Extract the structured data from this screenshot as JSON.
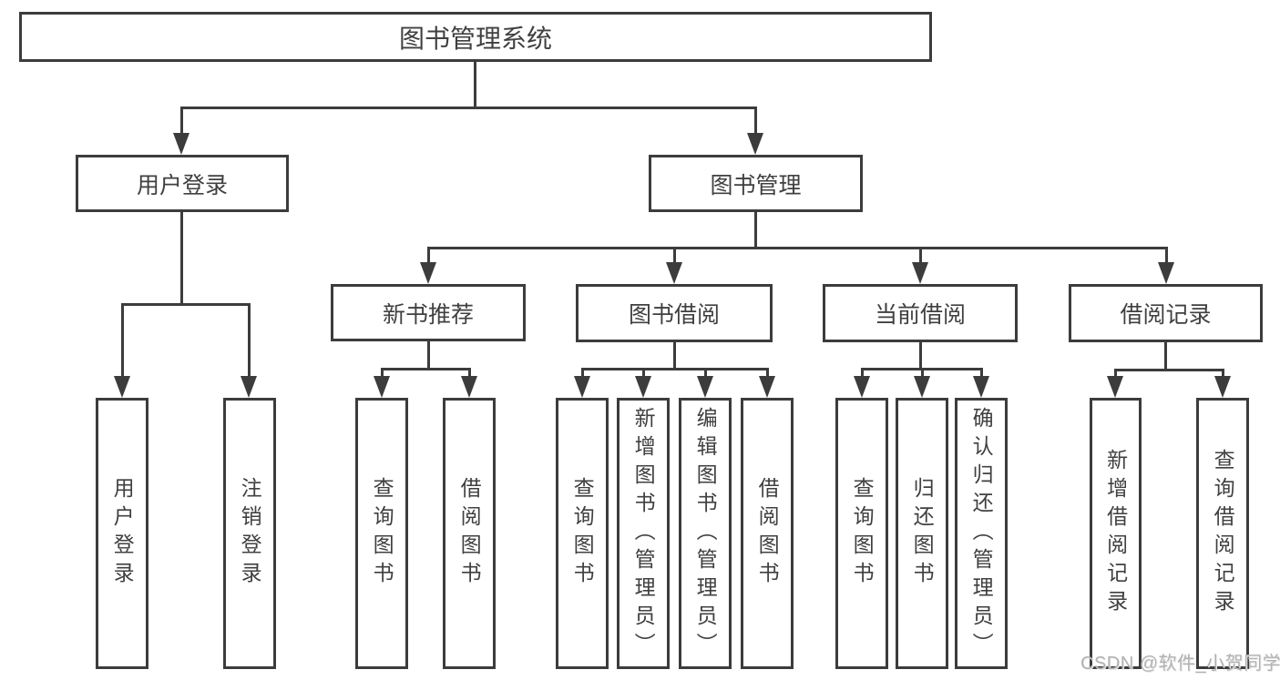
{
  "diagram_title": "图书管理系统",
  "nodes": {
    "root": {
      "label": "图书管理系统"
    },
    "user_login": {
      "label": "用户登录"
    },
    "book_mgmt": {
      "label": "图书管理"
    },
    "new_books": {
      "label": "新书推荐"
    },
    "book_borrow": {
      "label": "图书借阅"
    },
    "current_borrow": {
      "label": "当前借阅"
    },
    "borrow_records": {
      "label": "借阅记录"
    },
    "leaves": {
      "login": {
        "label": "用户登录"
      },
      "logout": {
        "label": "注销登录"
      },
      "nb_query": {
        "label": "查询图书"
      },
      "nb_borrow": {
        "label": "借阅图书"
      },
      "bb_query": {
        "label": "查询图书"
      },
      "bb_add": {
        "label": "新增图书（管理员）"
      },
      "bb_edit": {
        "label": "编辑图书（管理员）"
      },
      "bb_borrow": {
        "label": "借阅图书"
      },
      "cb_query": {
        "label": "查询图书"
      },
      "cb_return": {
        "label": "归还图书"
      },
      "cb_confirm": {
        "label": "确认归还（管理员）"
      },
      "br_add": {
        "label": "新增借阅记录"
      },
      "br_query": {
        "label": "查询借阅记录"
      }
    }
  },
  "watermark": "CSDN @软件_小贺同学",
  "colors": {
    "line": "#3c3c3c",
    "text": "#404040",
    "background": "#ffffff",
    "watermark": "#b2b2b2"
  }
}
